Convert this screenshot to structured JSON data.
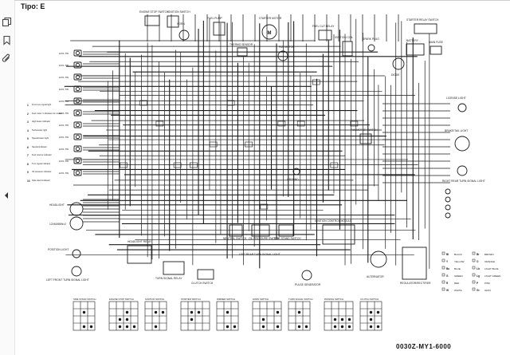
{
  "document": {
    "title": "Tipo: E",
    "part_code": "0030Z-MY1-6000"
  },
  "toolbar": [
    {
      "name": "copy-icon"
    },
    {
      "name": "bookmark-icon"
    },
    {
      "name": "attachment-icon"
    }
  ],
  "index": {
    "items": [
      {
        "num": "1",
        "text": "Front turn signal light"
      },
      {
        "num": "2",
        "text": "Fuel meter / Indicateur de niveau"
      },
      {
        "num": "3",
        "text": "High beam indicator"
      },
      {
        "num": "4",
        "text": "Tachometer light"
      },
      {
        "num": "5",
        "text": "Speedometer light"
      },
      {
        "num": "6",
        "text": "Neutral indicator"
      },
      {
        "num": "7",
        "text": "Fuel reserve indicator"
      },
      {
        "num": "8",
        "text": "Turn signal indicator"
      },
      {
        "num": "9",
        "text": "Oil pressure indicator"
      },
      {
        "num": "10",
        "text": "Side stand indicator"
      }
    ]
  },
  "labels": {
    "headlight": "HEADLIGHT",
    "headlight_spec": "12V60/55W×2",
    "position_light": "POSITION LIGHT",
    "left_front_turn": "LEFT FRONT TURN SIGNAL LIGHT",
    "left_rear_turn": "LEFT REAR TURN SIGNAL LIGHT",
    "right_rear_turn": "RIGHT REAR TURN SIGNAL LIGHT",
    "brake_tail": "BRAKE/TAIL LIGHT",
    "license_light": "LICENSE LIGHT",
    "regulator": "REGULATOR/RECTIFIER",
    "alternator": "ALTERNATOR",
    "battery": "BATTERY",
    "main_fuse": "MAIN FUSE",
    "starter_motor": "STARTER MOTOR",
    "starter_relay": "STARTER RELAY SWITCH",
    "fuel_pump": "FUEL PUMP",
    "fuel_cut_relay": "FUEL CUT RELAY",
    "ignition_coil": "IGNITION COIL",
    "spark_plug": "SPARK PLUG",
    "ignition_switch": "IGNITION SWITCH",
    "engine_stop": "ENGINE STOP SWITCH",
    "starter_switch": "STARTER SWITCH",
    "dimmer_switch": "DIMMER SWITCH",
    "horn_switch": "HORN SWITCH",
    "turn_signal_switch": "TURN SIGNAL SWITCH",
    "passing_switch": "PASSING SWITCH",
    "headlight_relay": "HEADLIGHT RELAY",
    "turn_signal_relay": "TURN SIGNAL RELAY",
    "clutch_switch": "CLUTCH SWITCH",
    "neutral_switch": "NEUTRAL SWITCH",
    "oil_pressure_switch": "OIL PRESSURE SWITCH",
    "side_stand_switch": "SIDE STAND SWITCH",
    "fan_motor": "FAN MOTOR",
    "fan_motor_switch": "FAN MOTOR SWITCH",
    "thermo_sensor": "THERMO SENSOR",
    "horn": "HORN",
    "pulse_generator": "PULSE GENERATOR",
    "icm": "IGNITION CONTROL MODULE",
    "diode": "DIODE",
    "ground": "GROUND"
  },
  "color_codes": [
    {
      "code": "Bl",
      "name": "BLACK"
    },
    {
      "code": "Y",
      "name": "YELLOW"
    },
    {
      "code": "Bu",
      "name": "BLUE"
    },
    {
      "code": "G",
      "name": "GREEN"
    },
    {
      "code": "R",
      "name": "RED"
    },
    {
      "code": "W",
      "name": "WHITE"
    },
    {
      "code": "Br",
      "name": "BROWN"
    },
    {
      "code": "O",
      "name": "ORANGE"
    },
    {
      "code": "Lb",
      "name": "LIGHT BLUE"
    },
    {
      "code": "Lg",
      "name": "LIGHT GREEN"
    },
    {
      "code": "P",
      "name": "PINK"
    },
    {
      "code": "Gr",
      "name": "GRAY"
    }
  ],
  "switch_tables": [
    {
      "name": "SIDE STAND SWITCH"
    },
    {
      "name": "ENGINE STOP SWITCH"
    },
    {
      "name": "IGNITION SWITCH"
    },
    {
      "name": "STARTER SWITCH"
    },
    {
      "name": "DIMMER SWITCH"
    },
    {
      "name": "HORN SWITCH"
    },
    {
      "name": "TURN SIGNAL SWITCH"
    },
    {
      "name": "PASSING SWITCH"
    },
    {
      "name": "CLUTCH SWITCH"
    }
  ]
}
